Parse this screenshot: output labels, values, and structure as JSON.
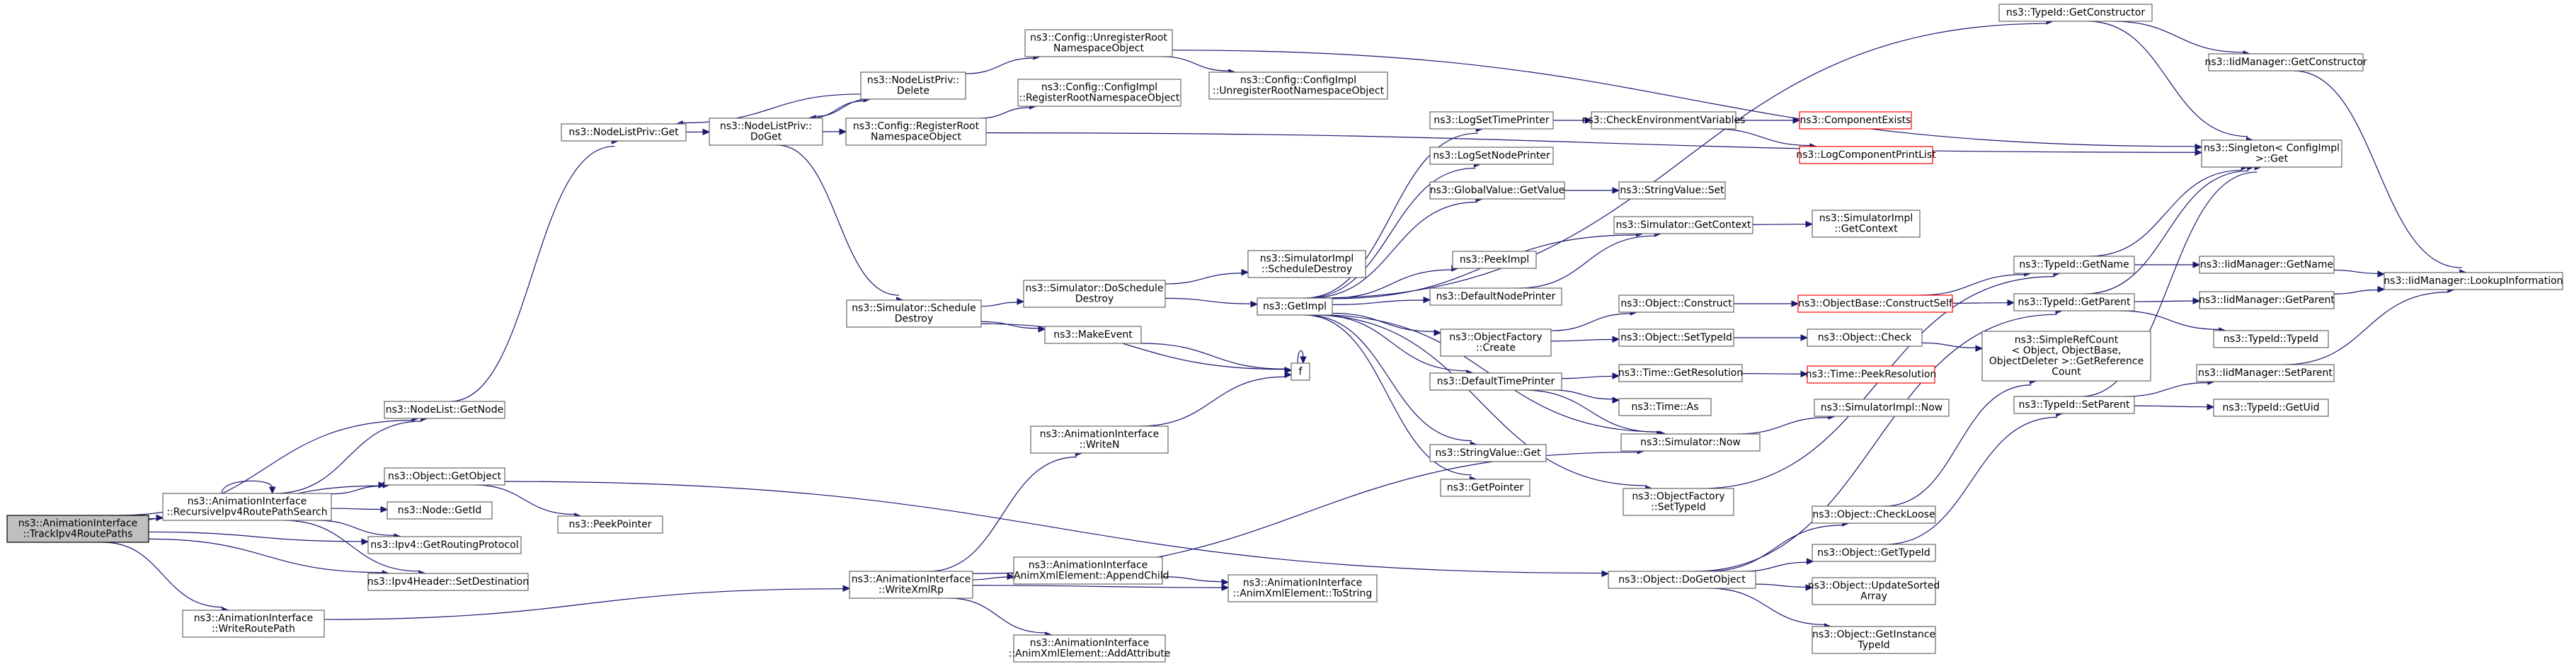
{
  "nodes": [
    {
      "id": "root",
      "lines": [
        "ns3::AnimationInterface",
        "::TrackIpv4RoutePaths"
      ]
    },
    {
      "id": "nl_getnode",
      "lines": [
        "ns3::NodeList::GetNode"
      ]
    },
    {
      "id": "obj_getobject",
      "lines": [
        "ns3::Object::GetObject"
      ]
    },
    {
      "id": "recursive",
      "lines": [
        "ns3::AnimationInterface",
        "::RecursiveIpv4RoutePathSearch"
      ]
    },
    {
      "id": "ipv4_getrouting",
      "lines": [
        "ns3::Ipv4::GetRoutingProtocol"
      ]
    },
    {
      "id": "ipv4hdr_setdest",
      "lines": [
        "ns3::Ipv4Header::SetDestination"
      ]
    },
    {
      "id": "write_routepath",
      "lines": [
        "ns3::AnimationInterface",
        "::WriteRoutePath"
      ]
    },
    {
      "id": "node_getid",
      "lines": [
        "ns3::Node::GetId"
      ]
    },
    {
      "id": "peekpointer",
      "lines": [
        "ns3::PeekPointer"
      ]
    },
    {
      "id": "nlp_get",
      "lines": [
        "ns3::NodeListPriv::Get"
      ]
    },
    {
      "id": "nlp_doget",
      "lines": [
        "ns3::NodeListPriv::",
        "DoGet"
      ]
    },
    {
      "id": "nlp_delete",
      "lines": [
        "ns3::NodeListPriv::",
        "Delete"
      ]
    },
    {
      "id": "cfg_unregroot",
      "lines": [
        "ns3::Config::UnregisterRoot",
        "NamespaceObject"
      ]
    },
    {
      "id": "cfg_regroot",
      "lines": [
        "ns3::Config::RegisterRoot",
        "NamespaceObject"
      ]
    },
    {
      "id": "cfgimpl_reg",
      "lines": [
        "ns3::Config::ConfigImpl",
        "::RegisterRootNamespaceObject"
      ]
    },
    {
      "id": "cfgimpl_unreg",
      "lines": [
        "ns3::Config::ConfigImpl",
        "::UnregisterRootNamespaceObject"
      ]
    },
    {
      "id": "sim_schedule_destroy",
      "lines": [
        "ns3::Simulator::Schedule",
        "Destroy"
      ]
    },
    {
      "id": "sim_doschedule_destroy",
      "lines": [
        "ns3::Simulator::DoSchedule",
        "Destroy"
      ]
    },
    {
      "id": "simimpl_schedule_destroy",
      "lines": [
        "ns3::SimulatorImpl",
        "::ScheduleDestroy"
      ]
    },
    {
      "id": "getimpl",
      "lines": [
        "ns3::GetImpl"
      ]
    },
    {
      "id": "makeevent",
      "lines": [
        "ns3::MakeEvent"
      ]
    },
    {
      "id": "f",
      "lines": [
        "f"
      ]
    },
    {
      "id": "writen",
      "lines": [
        "ns3::AnimationInterface",
        "::WriteN"
      ]
    },
    {
      "id": "writexmlrp",
      "lines": [
        "ns3::AnimationInterface",
        "::WriteXmlRp"
      ]
    },
    {
      "id": "appendchild",
      "lines": [
        "ns3::AnimationInterface",
        "::AnimXmlElement::AppendChild"
      ]
    },
    {
      "id": "tostring",
      "lines": [
        "ns3::AnimationInterface",
        "::AnimXmlElement::ToString"
      ]
    },
    {
      "id": "addattribute",
      "lines": [
        "ns3::AnimationInterface",
        "::AnimXmlElement::AddAttribute"
      ]
    },
    {
      "id": "logsettimeprinter",
      "lines": [
        "ns3::LogSetTimePrinter"
      ]
    },
    {
      "id": "checkenv",
      "lines": [
        "ns3::CheckEnvironmentVariables"
      ]
    },
    {
      "id": "componentexists",
      "lines": [
        "ns3::ComponentExists"
      ],
      "red": true
    },
    {
      "id": "logcomponentprintlist",
      "lines": [
        "ns3::LogComponentPrintList"
      ],
      "red": true
    },
    {
      "id": "logsetnodeprinter",
      "lines": [
        "ns3::LogSetNodePrinter"
      ]
    },
    {
      "id": "globalvalue_getvalue",
      "lines": [
        "ns3::GlobalValue::GetValue"
      ]
    },
    {
      "id": "stringvalue_set",
      "lines": [
        "ns3::StringValue::Set"
      ]
    },
    {
      "id": "sim_getcontext",
      "lines": [
        "ns3::Simulator::GetContext"
      ]
    },
    {
      "id": "simimpl_getcontext",
      "lines": [
        "ns3::SimulatorImpl",
        "::GetContext"
      ]
    },
    {
      "id": "peekimpl",
      "lines": [
        "ns3::PeekImpl"
      ]
    },
    {
      "id": "defaultnodeprinter",
      "lines": [
        "ns3::DefaultNodePrinter"
      ]
    },
    {
      "id": "objfactory_create",
      "lines": [
        "ns3::ObjectFactory",
        "::Create"
      ]
    },
    {
      "id": "obj_construct",
      "lines": [
        "ns3::Object::Construct"
      ]
    },
    {
      "id": "objbase_constructself",
      "lines": [
        "ns3::ObjectBase::ConstructSelf"
      ],
      "red": true
    },
    {
      "id": "obj_settypeid",
      "lines": [
        "ns3::Object::SetTypeId"
      ]
    },
    {
      "id": "obj_check",
      "lines": [
        "ns3::Object::Check"
      ]
    },
    {
      "id": "defaulttimeprinter",
      "lines": [
        "ns3::DefaultTimePrinter"
      ]
    },
    {
      "id": "time_getresolution",
      "lines": [
        "ns3::Time::GetResolution"
      ]
    },
    {
      "id": "time_peekresolution",
      "lines": [
        "ns3::Time::PeekResolution"
      ],
      "red": true
    },
    {
      "id": "time_as",
      "lines": [
        "ns3::Time::As"
      ]
    },
    {
      "id": "sim_now",
      "lines": [
        "ns3::Simulator::Now"
      ]
    },
    {
      "id": "simimpl_now",
      "lines": [
        "ns3::SimulatorImpl::Now"
      ]
    },
    {
      "id": "stringvalue_get",
      "lines": [
        "ns3::StringValue::Get"
      ]
    },
    {
      "id": "getpointer",
      "lines": [
        "ns3::GetPointer"
      ]
    },
    {
      "id": "objfactory_settypeid",
      "lines": [
        "ns3::ObjectFactory",
        "::SetTypeId"
      ]
    },
    {
      "id": "obj_dogetobject",
      "lines": [
        "ns3::Object::DoGetObject"
      ]
    },
    {
      "id": "obj_checkloose",
      "lines": [
        "ns3::Object::CheckLoose"
      ]
    },
    {
      "id": "obj_gettypeid",
      "lines": [
        "ns3::Object::GetTypeId"
      ]
    },
    {
      "id": "obj_updatesorted",
      "lines": [
        "ns3::Object::UpdateSorted",
        "Array"
      ]
    },
    {
      "id": "obj_getinstancetypeid",
      "lines": [
        "ns3::Object::GetInstance",
        "TypeId"
      ]
    },
    {
      "id": "typeid_getconstructor",
      "lines": [
        "ns3::TypeId::GetConstructor"
      ]
    },
    {
      "id": "iidmgr_getconstructor",
      "lines": [
        "ns3::IidManager::GetConstructor"
      ]
    },
    {
      "id": "singleton_get",
      "lines": [
        "ns3::Singleton< ConfigImpl",
        " >::Get"
      ]
    },
    {
      "id": "typeid_getname",
      "lines": [
        "ns3::TypeId::GetName"
      ]
    },
    {
      "id": "iidmgr_getname",
      "lines": [
        "ns3::IidManager::GetName"
      ]
    },
    {
      "id": "iidmgr_lookupinfo",
      "lines": [
        "ns3::IidManager::LookupInformation"
      ]
    },
    {
      "id": "typeid_getparent",
      "lines": [
        "ns3::TypeId::GetParent"
      ]
    },
    {
      "id": "iidmgr_getparent",
      "lines": [
        "ns3::IidManager::GetParent"
      ]
    },
    {
      "id": "typeid_typeid",
      "lines": [
        "ns3::TypeId::TypeId"
      ]
    },
    {
      "id": "simplerefcount",
      "lines": [
        "ns3::SimpleRefCount",
        "< Object, ObjectBase,",
        " ObjectDeleter >::GetReference",
        "Count"
      ]
    },
    {
      "id": "typeid_setparent",
      "lines": [
        "ns3::TypeId::SetParent"
      ]
    },
    {
      "id": "iidmgr_setparent",
      "lines": [
        "ns3::IidManager::SetParent"
      ]
    },
    {
      "id": "typeid_getuid",
      "lines": [
        "ns3::TypeId::GetUid"
      ]
    }
  ],
  "edges": [
    [
      "root",
      "nl_getnode"
    ],
    [
      "root",
      "obj_getobject"
    ],
    [
      "root",
      "recursive"
    ],
    [
      "root",
      "ipv4_getrouting"
    ],
    [
      "root",
      "ipv4hdr_setdest"
    ],
    [
      "root",
      "write_routepath"
    ],
    [
      "recursive",
      "recursive"
    ],
    [
      "recursive",
      "obj_getobject"
    ],
    [
      "recursive",
      "node_getid"
    ],
    [
      "recursive",
      "ipv4_getrouting"
    ],
    [
      "recursive",
      "ipv4hdr_setdest"
    ],
    [
      "recursive",
      "nl_getnode"
    ],
    [
      "obj_getobject",
      "peekpointer"
    ],
    [
      "obj_getobject",
      "obj_dogetobject"
    ],
    [
      "write_routepath",
      "writexmlrp"
    ],
    [
      "nl_getnode",
      "nlp_get"
    ],
    [
      "nlp_get",
      "nlp_doget"
    ],
    [
      "nlp_doget",
      "nlp_delete"
    ],
    [
      "nlp_doget",
      "cfg_regroot"
    ],
    [
      "nlp_doget",
      "sim_schedule_destroy"
    ],
    [
      "nlp_delete",
      "nlp_get"
    ],
    [
      "nlp_delete",
      "nlp_doget"
    ],
    [
      "nlp_delete",
      "cfg_unregroot"
    ],
    [
      "cfg_unregroot",
      "cfgimpl_unreg"
    ],
    [
      "cfg_unregroot",
      "singleton_get"
    ],
    [
      "cfg_regroot",
      "cfgimpl_reg"
    ],
    [
      "cfg_regroot",
      "singleton_get"
    ],
    [
      "sim_schedule_destroy",
      "sim_doschedule_destroy"
    ],
    [
      "sim_schedule_destroy",
      "makeevent"
    ],
    [
      "sim_schedule_destroy",
      "f"
    ],
    [
      "sim_doschedule_destroy",
      "simimpl_schedule_destroy"
    ],
    [
      "sim_doschedule_destroy",
      "getimpl"
    ],
    [
      "makeevent",
      "f"
    ],
    [
      "f",
      "f"
    ],
    [
      "writen",
      "f"
    ],
    [
      "writexmlrp",
      "writen"
    ],
    [
      "writexmlrp",
      "appendchild"
    ],
    [
      "writexmlrp",
      "tostring"
    ],
    [
      "writexmlrp",
      "addattribute"
    ],
    [
      "writexmlrp",
      "sim_now"
    ],
    [
      "appendchild",
      "tostring"
    ],
    [
      "getimpl",
      "logsettimeprinter"
    ],
    [
      "getimpl",
      "logsetnodeprinter"
    ],
    [
      "getimpl",
      "globalvalue_getvalue"
    ],
    [
      "getimpl",
      "sim_getcontext"
    ],
    [
      "getimpl",
      "peekimpl"
    ],
    [
      "getimpl",
      "defaultnodeprinter"
    ],
    [
      "getimpl",
      "objfactory_create"
    ],
    [
      "getimpl",
      "defaulttimeprinter"
    ],
    [
      "getimpl",
      "stringvalue_get"
    ],
    [
      "getimpl",
      "getpointer"
    ],
    [
      "getimpl",
      "sim_now"
    ],
    [
      "getimpl",
      "objfactory_settypeid"
    ],
    [
      "getimpl",
      "typeid_getconstructor"
    ],
    [
      "logsettimeprinter",
      "checkenv"
    ],
    [
      "checkenv",
      "componentexists"
    ],
    [
      "checkenv",
      "logcomponentprintlist"
    ],
    [
      "globalvalue_getvalue",
      "stringvalue_set"
    ],
    [
      "sim_getcontext",
      "simimpl_getcontext"
    ],
    [
      "defaultnodeprinter",
      "sim_getcontext"
    ],
    [
      "objfactory_create",
      "obj_construct"
    ],
    [
      "objfactory_create",
      "obj_settypeid"
    ],
    [
      "obj_construct",
      "objbase_constructself"
    ],
    [
      "obj_settypeid",
      "obj_check"
    ],
    [
      "defaulttimeprinter",
      "time_getresolution"
    ],
    [
      "defaulttimeprinter",
      "time_as"
    ],
    [
      "defaulttimeprinter",
      "sim_now"
    ],
    [
      "time_getresolution",
      "time_peekresolution"
    ],
    [
      "sim_now",
      "simimpl_now"
    ],
    [
      "objfactory_settypeid",
      "typeid_getname"
    ],
    [
      "obj_dogetobject",
      "obj_checkloose"
    ],
    [
      "obj_dogetobject",
      "obj_gettypeid"
    ],
    [
      "obj_dogetobject",
      "obj_updatesorted"
    ],
    [
      "obj_dogetobject",
      "obj_getinstancetypeid"
    ],
    [
      "obj_dogetobject",
      "typeid_getparent"
    ],
    [
      "obj_checkloose",
      "simplerefcount"
    ],
    [
      "obj_check",
      "simplerefcount"
    ],
    [
      "obj_gettypeid",
      "typeid_setparent"
    ],
    [
      "objbase_constructself",
      "typeid_getname"
    ],
    [
      "objbase_constructself",
      "typeid_getparent"
    ],
    [
      "typeid_getconstructor",
      "iidmgr_getconstructor"
    ],
    [
      "typeid_getconstructor",
      "singleton_get"
    ],
    [
      "iidmgr_getconstructor",
      "iidmgr_lookupinfo"
    ],
    [
      "typeid_getname",
      "iidmgr_getname"
    ],
    [
      "typeid_getname",
      "singleton_get"
    ],
    [
      "iidmgr_getname",
      "iidmgr_lookupinfo"
    ],
    [
      "typeid_getparent",
      "iidmgr_getparent"
    ],
    [
      "typeid_getparent",
      "typeid_typeid"
    ],
    [
      "typeid_getparent",
      "singleton_get"
    ],
    [
      "iidmgr_getparent",
      "iidmgr_lookupinfo"
    ],
    [
      "typeid_setparent",
      "iidmgr_setparent"
    ],
    [
      "typeid_setparent",
      "typeid_getuid"
    ],
    [
      "typeid_setparent",
      "singleton_get"
    ],
    [
      "iidmgr_setparent",
      "iidmgr_lookupinfo"
    ]
  ]
}
